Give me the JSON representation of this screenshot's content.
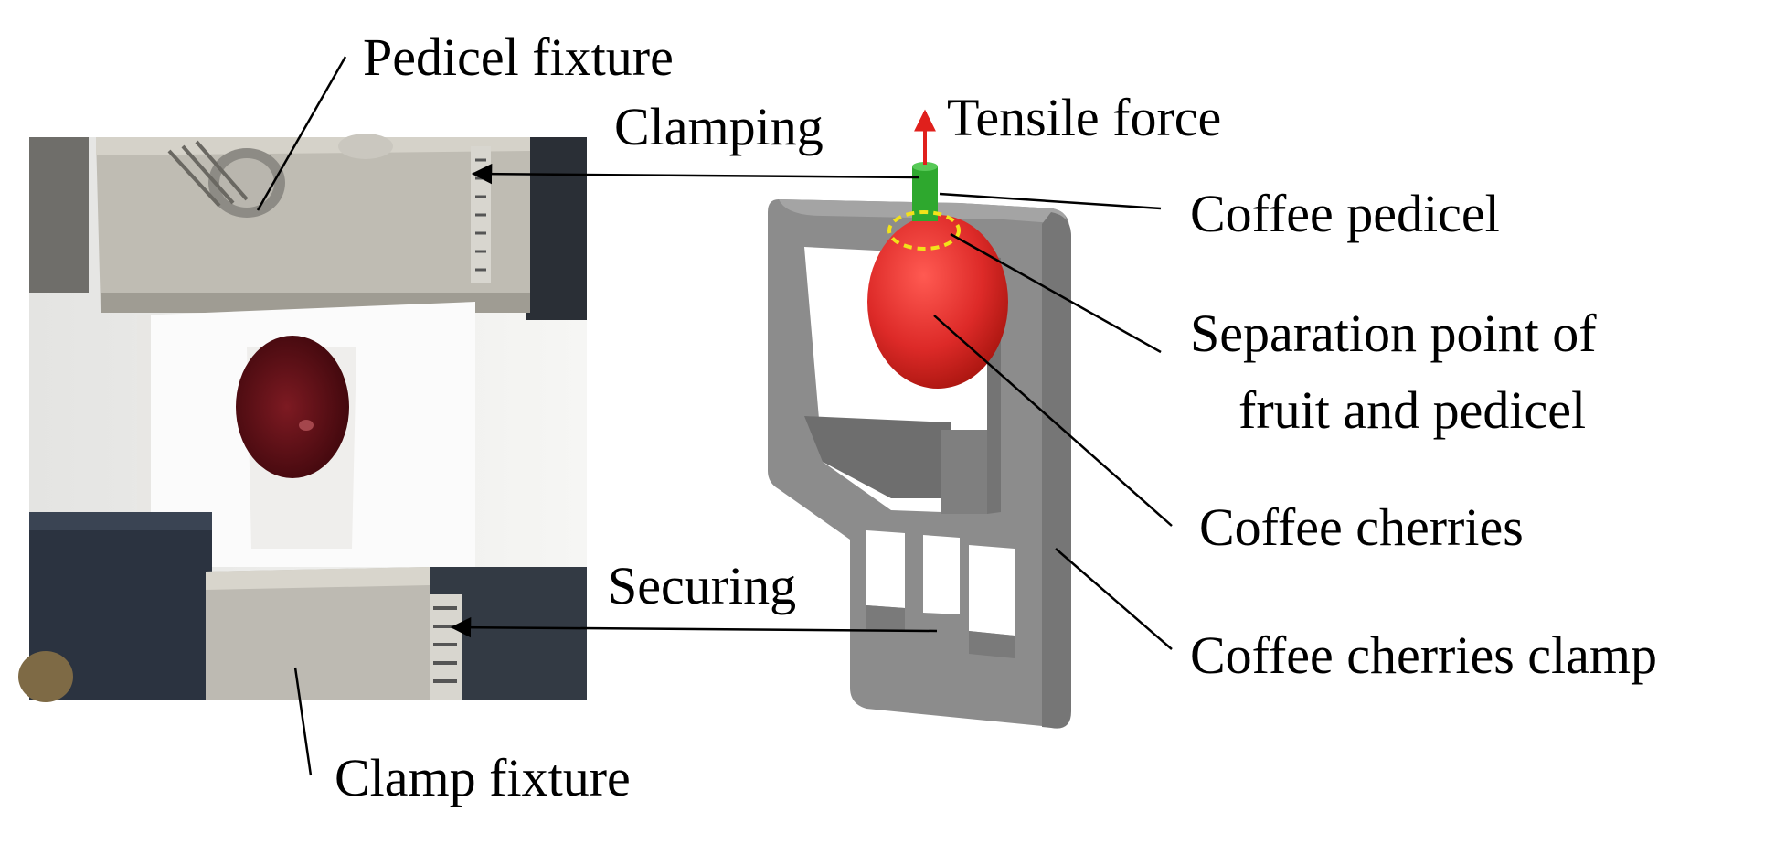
{
  "labels": {
    "pedicel_fixture": "Pedicel fixture",
    "clamping": "Clamping",
    "tensile_force": "Tensile  force",
    "coffee_pedicel": "Coffee  pedicel",
    "separation_line1": "Separation  point  of",
    "separation_line2": "fruit  and  pedicel",
    "coffee_cherries": "Coffee cherries",
    "securing": "Securing",
    "coffee_cherries_clamp": "Coffee cherries clamp",
    "clamp_fixture": "Clamp fixture"
  },
  "colors": {
    "arrow": "#000000",
    "tensile_arrow": "#e0201c",
    "pedicel": "#2ea82e",
    "cherry": "#dd2a28",
    "cherry_photo": "#5a0d14",
    "clamp_model": "#8a8a8a",
    "separation_marker": "#f2e21a"
  }
}
